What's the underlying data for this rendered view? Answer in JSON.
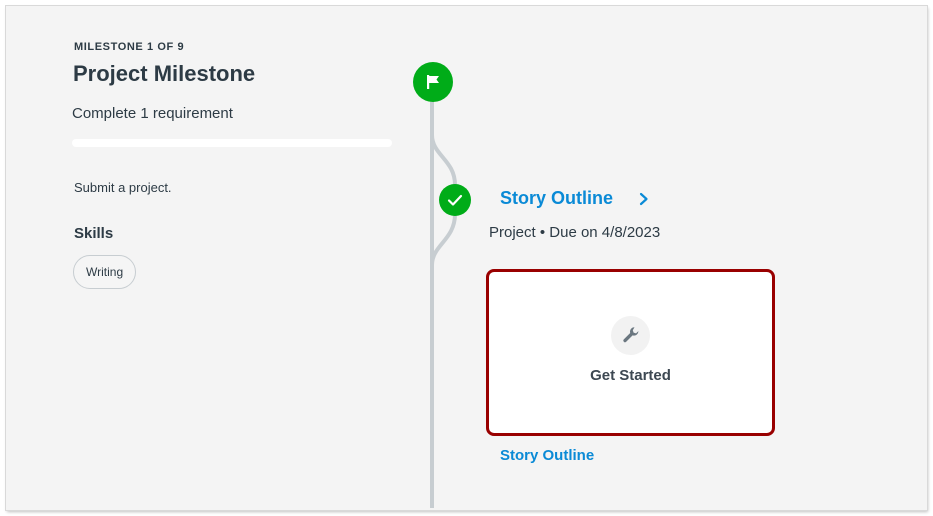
{
  "milestone": {
    "eyebrow": "MILESTONE 1 OF 9",
    "title": "Project Milestone",
    "requirement": "Complete 1 requirement",
    "progress_percent": 0,
    "description": "Submit a project.",
    "skills_heading": "Skills",
    "skills": [
      "Writing"
    ]
  },
  "timeline": {
    "start_icon": "flag-icon",
    "item": {
      "status_icon": "check-icon",
      "title": "Story Outline",
      "chevron_icon": "chevron-right-icon",
      "meta": "Project • Due on 4/8/2023",
      "card": {
        "icon": "wrench-icon",
        "label": "Get Started"
      },
      "link_label": "Story Outline"
    }
  },
  "colors": {
    "success_green": "#00ac18",
    "link_blue": "#0a8ad6",
    "highlight_red": "#990000",
    "text_dark": "#2d3b45",
    "track_gray": "#c7cdd1",
    "background": "#f4f4f4"
  }
}
